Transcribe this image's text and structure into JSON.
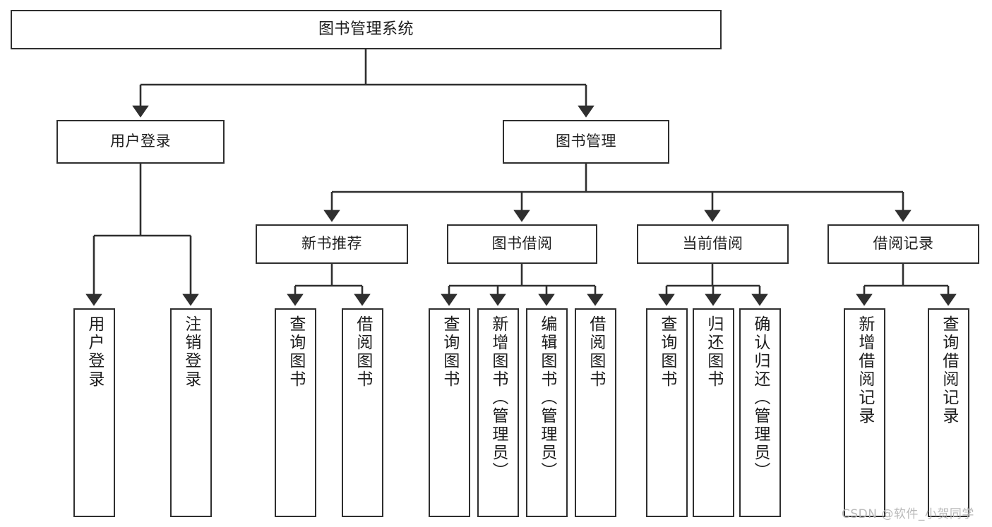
{
  "diagram": {
    "type": "tree",
    "title": "图书管理系统",
    "background_color": "#ffffff",
    "line_color": "#2f2f2f",
    "text_color": "#1d1d1d"
  },
  "nodes": {
    "root": {
      "label": "图书管理系统"
    },
    "level2": [
      {
        "label": "用户登录"
      },
      {
        "label": "图书管理"
      }
    ],
    "level3": [
      {
        "label": "新书推荐"
      },
      {
        "label": "图书借阅"
      },
      {
        "label": "当前借阅"
      },
      {
        "label": "借阅记录"
      }
    ],
    "leaves": {
      "user_login": [
        {
          "label": "用户登录"
        },
        {
          "label": "注销登录"
        }
      ],
      "new_book_recommend": [
        {
          "label": "查询图书"
        },
        {
          "label": "借阅图书"
        }
      ],
      "book_borrow": [
        {
          "label": "查询图书"
        },
        {
          "label": "新增图书（管理员）"
        },
        {
          "label": "编辑图书（管理员）"
        },
        {
          "label": "借阅图书"
        }
      ],
      "current_borrow": [
        {
          "label": "查询图书"
        },
        {
          "label": "归还图书"
        },
        {
          "label": "确认归还（管理员）"
        }
      ],
      "borrow_record": [
        {
          "label": "新增借阅记录"
        },
        {
          "label": "查询借阅记录"
        }
      ]
    }
  },
  "watermark": {
    "text": "CSDN @软件_小贺同学"
  }
}
